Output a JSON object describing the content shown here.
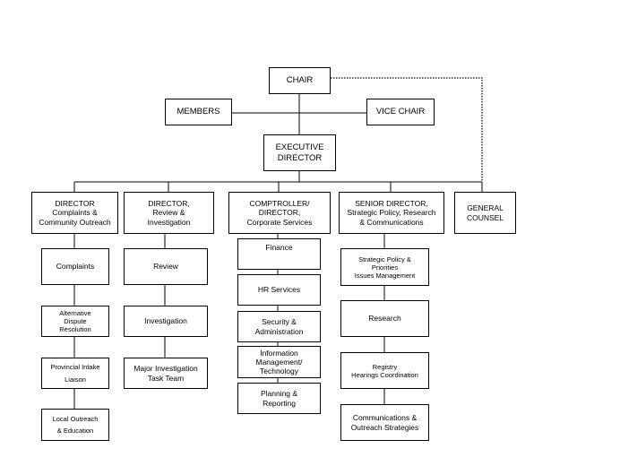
{
  "org_chart": {
    "chair": "CHAIR",
    "members": "MEMBERS",
    "vice_chair": "VICE CHAIR",
    "executive_director": "EXECUTIVE\nDIRECTOR",
    "general_counsel": "GENERAL\nCOUNSEL",
    "complaints_director": {
      "title": "DIRECTOR\nComplaints &\nCommunity Outreach",
      "units": [
        "Complaints",
        "Alternative\nDispute\nResolution",
        "Provincial Intake\nLiaison",
        "Local Outreach\n& Education"
      ]
    },
    "review_director": {
      "title": "DIRECTOR,\nReview &\nInvestigation",
      "units": [
        "Review",
        "Investigation",
        "Major Investigation\nTask Team"
      ]
    },
    "comptroller": {
      "title": "COMPTROLLER/\nDIRECTOR,\nCorporate Services",
      "units": [
        "Finance",
        "HR Services",
        "Security &\nAdministration",
        "Information\nManagement/\nTechnology",
        "Planning &\nReporting"
      ]
    },
    "senior_director": {
      "title": "SENIOR DIRECTOR,\nStrategic Policy, Research\n& Communications",
      "units": [
        "Strategic Policy &\nPriorities\nIssues Management",
        "Research",
        "Registry\nHearings Coordination",
        "Communications &\nOutreach Strategies"
      ]
    }
  }
}
